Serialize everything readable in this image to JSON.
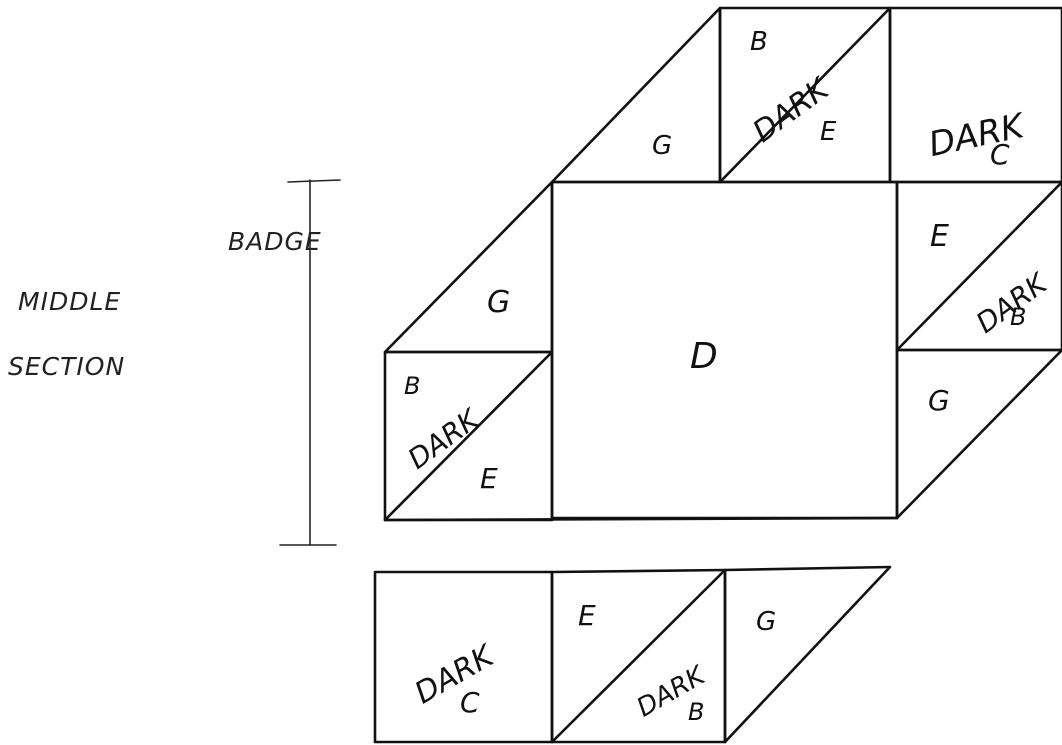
{
  "side_label": {
    "line1": "BADGE",
    "line2": "MIDDLE",
    "line3": "SECTION"
  },
  "top_row": {
    "g": "G",
    "b": "B",
    "dark_b": "DARK",
    "e": "E",
    "dark_c": "DARK",
    "c": "C"
  },
  "middle": {
    "g_left": "G",
    "b_left": "B",
    "dark_left": "DARK",
    "e_left": "E",
    "d_center": "D",
    "e_right": "E",
    "dark_right": "DARK",
    "b_right": "B",
    "g_right": "G"
  },
  "bottom_row": {
    "dark_c": "DARK",
    "c": "C",
    "e": "E",
    "dark_b": "DARK",
    "b": "B",
    "g": "G"
  }
}
